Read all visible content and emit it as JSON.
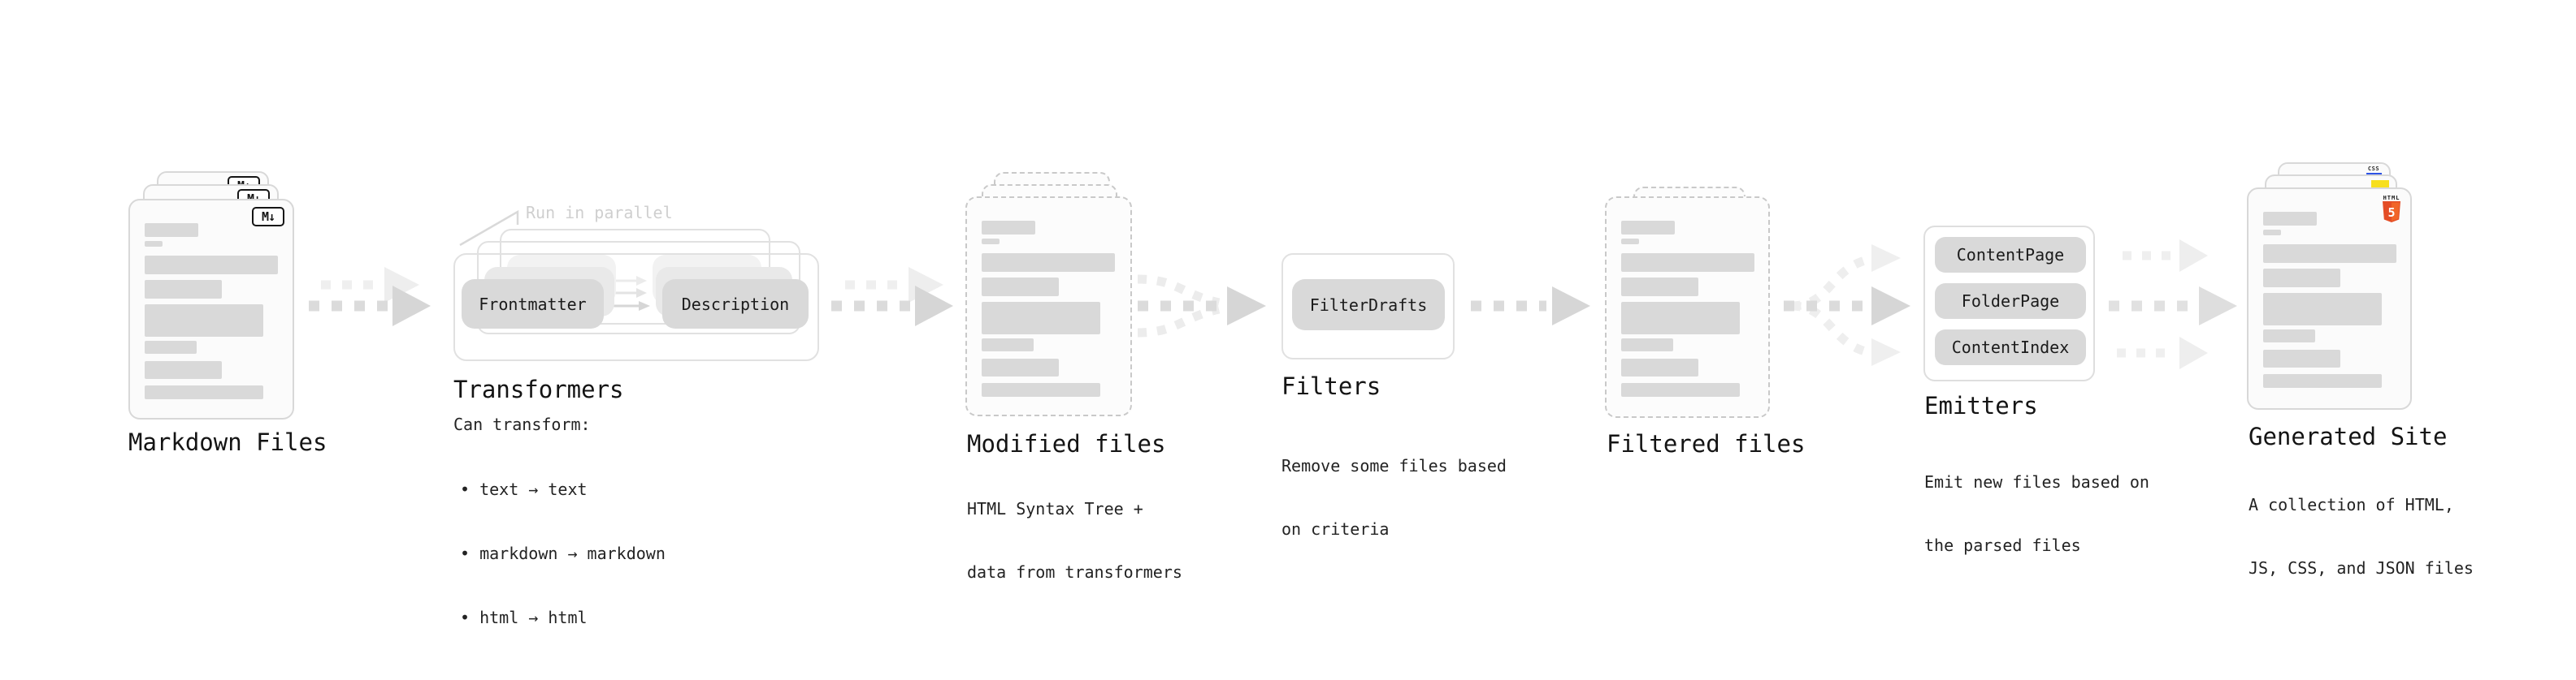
{
  "stages": {
    "markdown_files": {
      "label": "Markdown Files",
      "badge": "M↓"
    },
    "transformers": {
      "title": "Transformers",
      "parallel_note": "Run in parallel",
      "input_pill": "Frontmatter",
      "output_pill": "Description",
      "description_heading": "Can transform:",
      "bullets": [
        "• text → text",
        "• markdown → markdown",
        "• html → html"
      ]
    },
    "modified_files": {
      "label": "Modified files",
      "subtitle": [
        "HTML Syntax Tree +",
        "data from transformers"
      ]
    },
    "filters": {
      "title": "Filters",
      "pill": "FilterDrafts",
      "subtitle": [
        "Remove some files based",
        "on criteria"
      ]
    },
    "filtered_files": {
      "label": "Filtered files"
    },
    "emitters": {
      "title": "Emitters",
      "pills": [
        "ContentPage",
        "FolderPage",
        "ContentIndex"
      ],
      "subtitle": [
        "Emit new files based on",
        "the parsed files"
      ]
    },
    "generated_site": {
      "label": "Generated Site",
      "subtitle": [
        "A collection of HTML,",
        "JS, CSS, and JSON files"
      ],
      "css_badge": "CSS",
      "html_logo_word": "HTML",
      "html_logo_number": "5"
    }
  },
  "colors": {
    "pill_bg": "#d9d9d9",
    "placeholder_bar": "#d9d9d9",
    "card_border": "#d8d8d8",
    "dashed_border": "#c9c9c9",
    "arrow_main": "#dbdbdb",
    "arrow_ghost": "#efefef",
    "note_gray": "#cfcfcf",
    "css_blue": "#2d53e5",
    "js_yellow": "#f7df1e",
    "html5_orange": "#e44d26"
  }
}
